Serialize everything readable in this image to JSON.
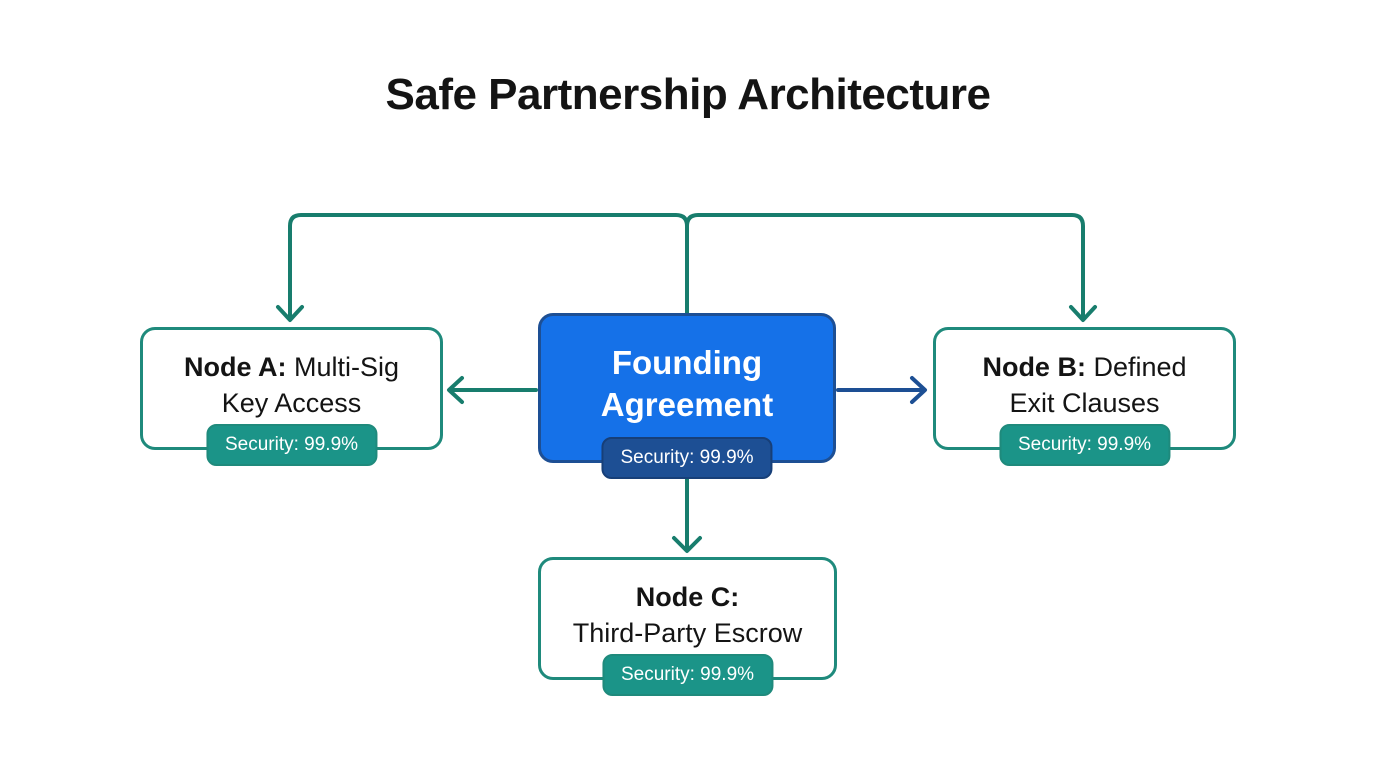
{
  "title": "Safe Partnership Architecture",
  "colors": {
    "accent-blue": "#1571e8",
    "deep-blue": "#1d4f94",
    "teal": "#1f8a7c",
    "teal-badge": "#1b9488",
    "teal-arrow": "#187d6d",
    "text-dark": "#141414",
    "bg": "#ffffff"
  },
  "center": {
    "line1": "Founding",
    "line2": "Agreement",
    "badge": "Security: 99.9%"
  },
  "nodes": {
    "a": {
      "bold": "Node A:",
      "rest": " Multi-Sig",
      "line2": "Key Access",
      "badge": "Security: 99.9%"
    },
    "b": {
      "bold": "Node B:",
      "rest": " Defined",
      "line2": "Exit Clauses",
      "badge": "Security: 99.9%"
    },
    "c": {
      "bold": "Node C:",
      "rest": "",
      "line2": "Third-Party Escrow",
      "badge": "Security: 99.9%"
    }
  }
}
